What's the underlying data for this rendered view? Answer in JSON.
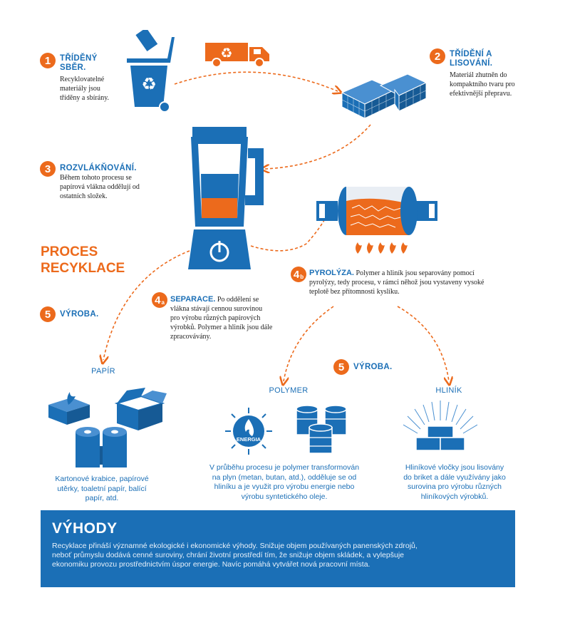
{
  "main_title": [
    "PROCES",
    "RECYKLACE"
  ],
  "steps": {
    "s1": {
      "num": "1",
      "title": [
        "TŘÍDĚNÝ",
        "SBĚR."
      ],
      "text": [
        "Recyklovatelné",
        "materiály jsou",
        "tříděny a sbírány."
      ]
    },
    "s2": {
      "num": "2",
      "title": [
        "TŘÍDĚNÍ A",
        "LISOVÁNÍ."
      ],
      "text": [
        "Materiál zhutněn do",
        "kompaktního tvaru pro",
        "efektivnější přepravu."
      ]
    },
    "s3": {
      "num": "3",
      "title": "ROZVLÁKŇOVÁNÍ.",
      "text": [
        "Během tohoto procesu se",
        "papírová vlákna oddělují od",
        "ostatních složek."
      ]
    },
    "s4a": {
      "num": "4",
      "sub": "a",
      "title": "SEPARACE.",
      "lead": "Po oddělení se",
      "text": [
        "vlákna stávají cennou surovinou",
        "pro výrobu různých papírových",
        "výrobků. Polymer a hliník jsou dále",
        "zpracovávány."
      ]
    },
    "s4b": {
      "num": "4",
      "sub": "b",
      "title": "PYROLÝZA.",
      "lead": "Polymer a hliník jsou separovány pomocí",
      "text": [
        "pyrolýzy, tedy procesu, v rámci něhož jsou vystaveny vysoké",
        "teplotě bez přítomnosti kyslíku."
      ]
    },
    "s5_left": {
      "num": "5",
      "title": "VÝROBA."
    },
    "s5_right": {
      "num": "5",
      "title": "VÝROBA."
    }
  },
  "products": {
    "paper": {
      "title": "PAPÍR",
      "text": [
        "Kartonové krabice, papírové",
        "utěrky, toaletní papír, balící",
        "papír, atd."
      ]
    },
    "polymer": {
      "title": "POLYMER",
      "text": [
        "V průběhu procesu je polymer transformován",
        "na plyn (metan, butan, atd.), odděluje se od",
        "hliníku a je využit pro výrobu energie nebo",
        "výrobu syntetického oleje."
      ],
      "energy_label": "ENERGIA"
    },
    "aluminium": {
      "title": "HLINÍK",
      "text": [
        "Hliníkové vločky jsou lisovány",
        "do briket a dále využívány jako",
        "surovina pro výrobu různých",
        "hliníkových výrobků."
      ]
    }
  },
  "benefits": {
    "title": "VÝHODY",
    "text": [
      "Recyklace přináší významné ekologické i ekonomické výhody. Snižuje objem používaných panenských zdrojů,",
      "neboť průmyslu dodává cenné suroviny, chrání životní prostředí tím, že snižuje objem skládek, a vylepšuje",
      "ekonomiku provozu prostřednictvím úspor energie. Navíc pomáhá vytvářet nová pracovní místa."
    ]
  },
  "icons": [
    "recycle-bin-icon",
    "garbage-truck-icon",
    "compressed-bales-icon",
    "blender-icon",
    "pyrolysis-drum-icon",
    "tissue-box-icon",
    "cardboard-box-icon",
    "paper-rolls-icon",
    "energy-icon",
    "oil-barrels-icon",
    "aluminium-bricks-icon"
  ],
  "colors": {
    "blue": "#1b6fb6",
    "orange": "#ec6a1c"
  }
}
